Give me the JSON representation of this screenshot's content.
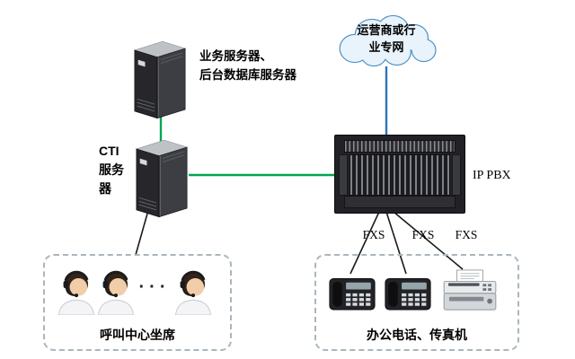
{
  "diagram": {
    "cloud": {
      "label_line1": "运营商或行",
      "label_line2": "业专网"
    },
    "business_server": {
      "label_line1": "业务服务器、",
      "label_line2": "后台数据库服务器"
    },
    "cti_server": {
      "label_line1": "CTI",
      "label_line2": "服务",
      "label_line3": "器"
    },
    "ip_pbx": {
      "label": "IP PBX"
    },
    "fxs_labels": [
      "FXS",
      "FXS",
      "FXS"
    ],
    "call_center": {
      "ellipsis": "···",
      "label": "呼叫中心坐席"
    },
    "office_devices": {
      "label": "办公电话、传真机"
    }
  },
  "icons": {
    "business_server": "tower-server-icon",
    "cti_server": "tower-server-icon",
    "cloud": "cloud-icon",
    "ip_pbx": "rack-chassis-icon",
    "agents": "call-agent-icon",
    "phones": "desk-phone-icon",
    "fax": "fax-machine-icon"
  },
  "colors": {
    "server_link_green": "#00a651",
    "cloud_link_blue": "#2e74b5",
    "device_link_black": "#1a1a1a",
    "cloud_fill": "#e9f3fb",
    "cloud_stroke": "#4a90c4",
    "dashed_border": "#aab6be"
  }
}
